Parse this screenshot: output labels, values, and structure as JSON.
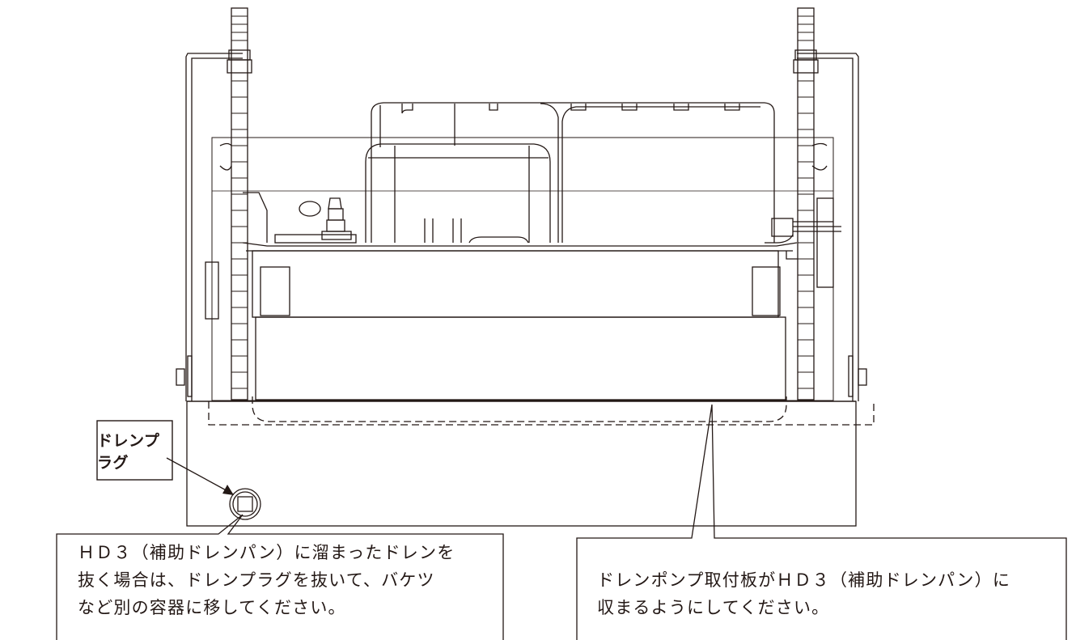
{
  "callouts": {
    "drain_plug_label": "ドレンプラグ",
    "note_left": [
      "ＨＤ３（補助ドレンパン）に溜まったドレンを",
      "抜く場合は、ドレンプラグを抜いて、バケツ",
      "など別の容器に移してください。"
    ],
    "note_right": [
      "ドレンポンプ取付板がＨＤ３（補助ドレンパン）に",
      "収まるようにしてください。"
    ]
  },
  "colors": {
    "line": "#231815",
    "background": "#ffffff"
  }
}
